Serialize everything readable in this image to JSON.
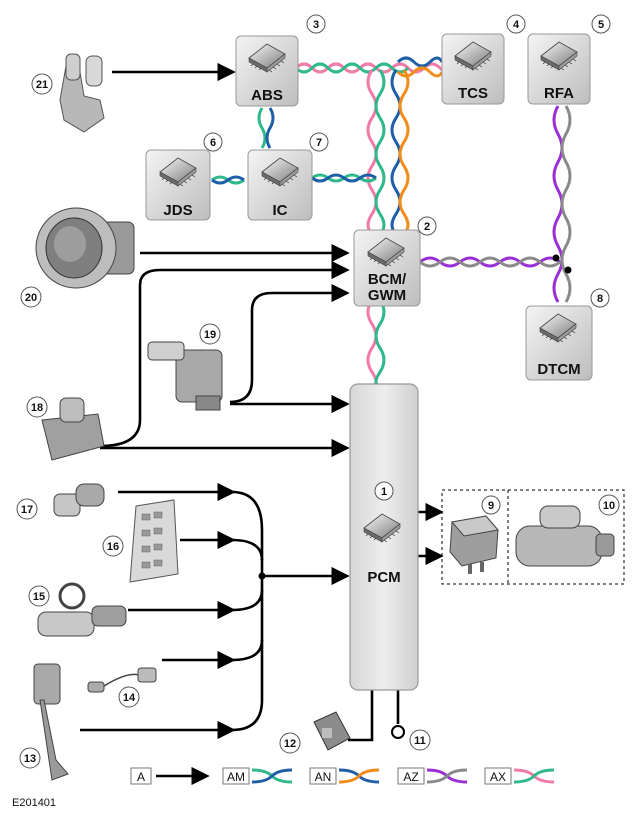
{
  "figure_id": "E201401",
  "modules": {
    "m1": {
      "label": "PCM",
      "number": "1"
    },
    "m2": {
      "label_line1": "BCM/",
      "label_line2": "GWM",
      "number": "2"
    },
    "m3": {
      "label": "ABS",
      "number": "3"
    },
    "m4": {
      "label": "TCS",
      "number": "4"
    },
    "m5": {
      "label": "RFA",
      "number": "5"
    },
    "m6": {
      "label": "JDS",
      "number": "6"
    },
    "m7": {
      "label": "IC",
      "number": "7"
    },
    "m8": {
      "label": "DTCM",
      "number": "8"
    }
  },
  "components": {
    "c9": "9",
    "c10": "10",
    "c11": "11",
    "c12": "12",
    "c13": "13",
    "c14": "14",
    "c15": "15",
    "c16": "16",
    "c17": "17",
    "c18": "18",
    "c19": "19",
    "c20": "20",
    "c21": "21"
  },
  "legend": [
    {
      "code": "A",
      "type": "hardwired",
      "color": "#000000"
    },
    {
      "code": "AM",
      "type": "bus",
      "colors": [
        "#2fb88a",
        "#1f5fa8"
      ]
    },
    {
      "code": "AN",
      "type": "bus",
      "colors": [
        "#1f5fa8",
        "#f08c1a"
      ]
    },
    {
      "code": "AZ",
      "type": "bus",
      "colors": [
        "#9b2fd6",
        "#8a8a8a"
      ]
    },
    {
      "code": "AX",
      "type": "bus",
      "colors": [
        "#f07aa8",
        "#2fb88a"
      ]
    }
  ]
}
